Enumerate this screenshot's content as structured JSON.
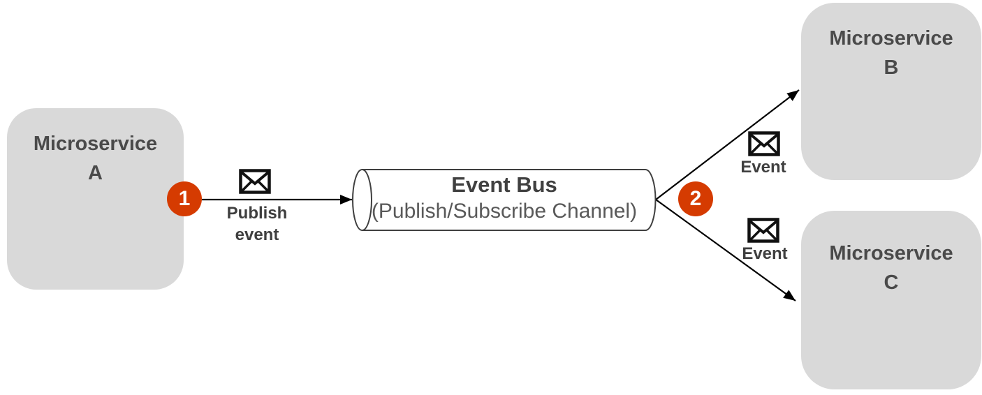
{
  "nodes": {
    "microservice_a": {
      "label": "Microservice\nA"
    },
    "microservice_b": {
      "label": "Microservice\nB"
    },
    "microservice_c": {
      "label": "Microservice\nC"
    },
    "event_bus": {
      "title": "Event Bus",
      "subtitle": "(Publish/Subscribe Channel)"
    }
  },
  "steps": {
    "one": "1",
    "two": "2"
  },
  "labels": {
    "publish_event": "Publish\nevent",
    "event_to_b": "Event",
    "event_to_c": "Event"
  },
  "icons": {
    "message_icon_1": "envelope-icon",
    "message_icon_2": "envelope-icon",
    "message_icon_3": "envelope-icon"
  },
  "colors": {
    "canvas_bg": "#ffffff",
    "box_fill": "#d9d9d9",
    "node_text": "#4a4a4a",
    "badge_bg": "#d53b01",
    "badge_text": "#ffffff",
    "line_color": "#000000",
    "cylinder_stroke": "#3f3f3f",
    "cylinder_fill": "#ffffff",
    "bus_title": "#404040",
    "bus_subtitle": "#595959",
    "label_text": "#3f3f3f",
    "envelope_color": "#111111"
  }
}
